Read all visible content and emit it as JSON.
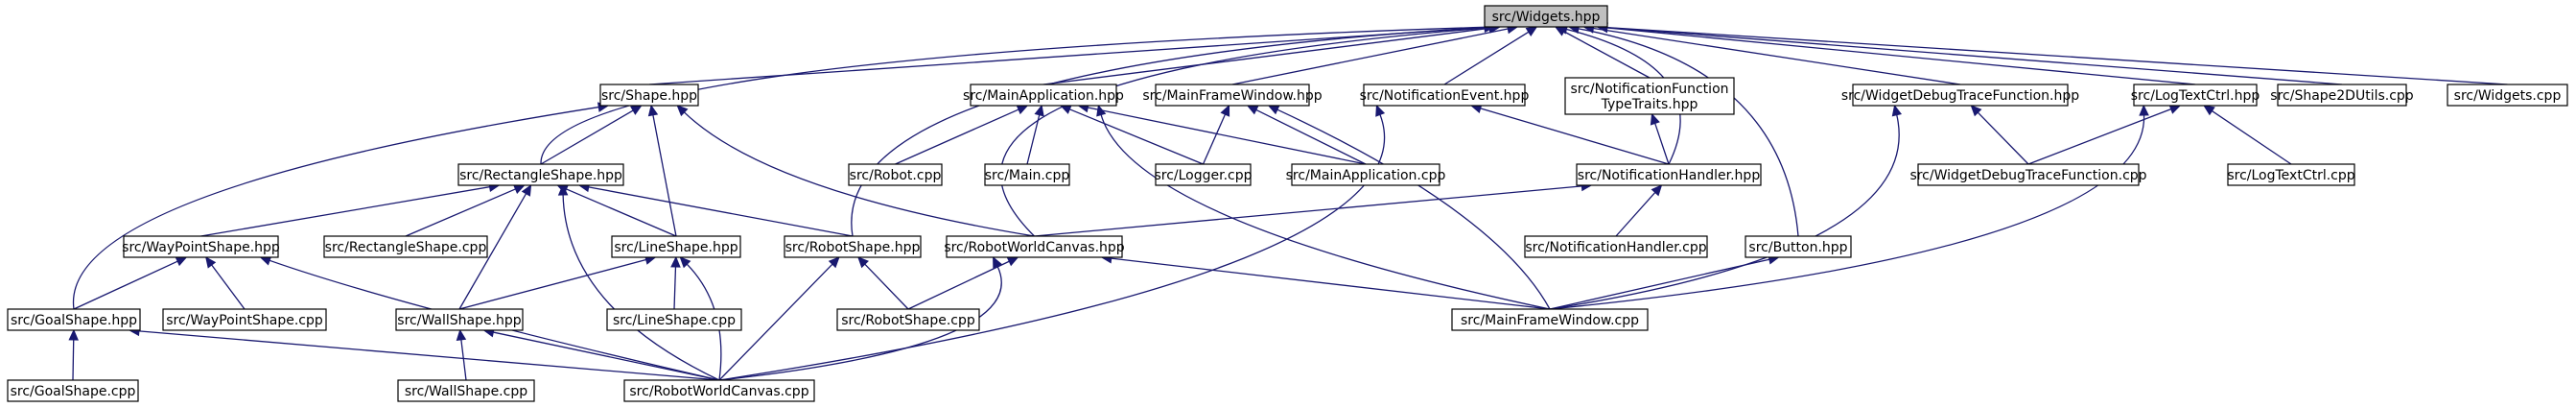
{
  "diagram": {
    "colors": {
      "edge": "#191970",
      "node_fill": "#ffffff",
      "root_fill": "#bfbfbf",
      "node_border": "#000000"
    },
    "nodes": [
      {
        "id": "widgets_hpp",
        "label": "src/Widgets.hpp",
        "root": true
      },
      {
        "id": "shape_hpp",
        "label": "src/Shape.hpp"
      },
      {
        "id": "mainapp_hpp",
        "label": "src/MainApplication.hpp"
      },
      {
        "id": "mainframe_hpp",
        "label": "src/MainFrameWindow.hpp"
      },
      {
        "id": "notifevent_hpp",
        "label": "src/NotificationEvent.hpp"
      },
      {
        "id": "notiffunc_hpp",
        "label": "src/NotificationFunction\nTypeTraits.hpp"
      },
      {
        "id": "widgetdebug_hpp",
        "label": "src/WidgetDebugTraceFunction.hpp"
      },
      {
        "id": "logtext_hpp",
        "label": "src/LogTextCtrl.hpp"
      },
      {
        "id": "shape2d_cpp",
        "label": "src/Shape2DUtils.cpp"
      },
      {
        "id": "widgets_cpp",
        "label": "src/Widgets.cpp"
      },
      {
        "id": "robot_cpp",
        "label": "src/Robot.cpp"
      },
      {
        "id": "main_cpp",
        "label": "src/Main.cpp"
      },
      {
        "id": "logger_cpp",
        "label": "src/Logger.cpp"
      },
      {
        "id": "mainapp_cpp",
        "label": "src/MainApplication.cpp"
      },
      {
        "id": "rectshape_hpp",
        "label": "src/RectangleShape.hpp"
      },
      {
        "id": "notifhandler_hpp",
        "label": "src/NotificationHandler.hpp"
      },
      {
        "id": "widgetdebug_cpp",
        "label": "src/WidgetDebugTraceFunction.cpp"
      },
      {
        "id": "logtext_cpp",
        "label": "src/LogTextCtrl.cpp"
      },
      {
        "id": "waypoint_hpp",
        "label": "src/WayPointShape.hpp"
      },
      {
        "id": "rectshape_cpp",
        "label": "src/RectangleShape.cpp"
      },
      {
        "id": "lineshape_hpp",
        "label": "src/LineShape.hpp"
      },
      {
        "id": "robotshape_hpp",
        "label": "src/RobotShape.hpp"
      },
      {
        "id": "robotworld_hpp",
        "label": "src/RobotWorldCanvas.hpp"
      },
      {
        "id": "notifhandler_cpp",
        "label": "src/NotificationHandler.cpp"
      },
      {
        "id": "button_hpp",
        "label": "src/Button.hpp"
      },
      {
        "id": "goalshape_hpp",
        "label": "src/GoalShape.hpp"
      },
      {
        "id": "waypoint_cpp",
        "label": "src/WayPointShape.cpp"
      },
      {
        "id": "wallshape_hpp",
        "label": "src/WallShape.hpp"
      },
      {
        "id": "lineshape_cpp",
        "label": "src/LineShape.cpp"
      },
      {
        "id": "robotshape_cpp",
        "label": "src/RobotShape.cpp"
      },
      {
        "id": "mainframe_cpp",
        "label": "src/MainFrameWindow.cpp"
      },
      {
        "id": "goalshape_cpp",
        "label": "src/GoalShape.cpp"
      },
      {
        "id": "wallshape_cpp",
        "label": "src/WallShape.cpp"
      },
      {
        "id": "robotworld_cpp",
        "label": "src/RobotWorldCanvas.cpp"
      }
    ],
    "edges": [
      [
        "shape_hpp",
        "widgets_hpp"
      ],
      [
        "mainapp_hpp",
        "widgets_hpp"
      ],
      [
        "mainframe_hpp",
        "widgets_hpp"
      ],
      [
        "notifevent_hpp",
        "widgets_hpp"
      ],
      [
        "notiffunc_hpp",
        "widgets_hpp"
      ],
      [
        "widgetdebug_hpp",
        "widgets_hpp"
      ],
      [
        "logtext_hpp",
        "widgets_hpp"
      ],
      [
        "shape2d_cpp",
        "widgets_hpp"
      ],
      [
        "widgets_cpp",
        "widgets_hpp"
      ],
      [
        "rectshape_hpp",
        "widgets_hpp"
      ],
      [
        "robotshape_hpp",
        "widgets_hpp"
      ],
      [
        "robotworld_hpp",
        "widgets_hpp"
      ],
      [
        "notifhandler_hpp",
        "widgets_hpp"
      ],
      [
        "button_hpp",
        "widgets_hpp"
      ],
      [
        "rectshape_hpp",
        "shape_hpp"
      ],
      [
        "lineshape_hpp",
        "shape_hpp"
      ],
      [
        "goalshape_hpp",
        "shape_hpp"
      ],
      [
        "robotworld_hpp",
        "shape_hpp"
      ],
      [
        "robot_cpp",
        "mainapp_hpp"
      ],
      [
        "main_cpp",
        "mainapp_hpp"
      ],
      [
        "logger_cpp",
        "mainapp_hpp"
      ],
      [
        "mainapp_cpp",
        "mainapp_hpp"
      ],
      [
        "mainframe_cpp",
        "mainapp_hpp"
      ],
      [
        "logger_cpp",
        "mainframe_hpp"
      ],
      [
        "mainapp_cpp",
        "mainframe_hpp"
      ],
      [
        "mainframe_cpp",
        "mainframe_hpp"
      ],
      [
        "notifhandler_hpp",
        "notifevent_hpp"
      ],
      [
        "robotworld_cpp",
        "notifevent_hpp"
      ],
      [
        "notifhandler_hpp",
        "notiffunc_hpp"
      ],
      [
        "widgetdebug_cpp",
        "widgetdebug_hpp"
      ],
      [
        "mainframe_cpp",
        "widgetdebug_hpp"
      ],
      [
        "widgetdebug_cpp",
        "logtext_hpp"
      ],
      [
        "logtext_cpp",
        "logtext_hpp"
      ],
      [
        "mainframe_cpp",
        "logtext_hpp"
      ],
      [
        "waypoint_hpp",
        "rectshape_hpp"
      ],
      [
        "rectshape_cpp",
        "rectshape_hpp"
      ],
      [
        "lineshape_hpp",
        "rectshape_hpp"
      ],
      [
        "robotshape_hpp",
        "rectshape_hpp"
      ],
      [
        "wallshape_hpp",
        "rectshape_hpp"
      ],
      [
        "robotworld_cpp",
        "rectshape_hpp"
      ],
      [
        "robotworld_hpp",
        "notifhandler_hpp"
      ],
      [
        "notifhandler_cpp",
        "notifhandler_hpp"
      ],
      [
        "goalshape_hpp",
        "waypoint_hpp"
      ],
      [
        "waypoint_cpp",
        "waypoint_hpp"
      ],
      [
        "robotworld_cpp",
        "waypoint_hpp"
      ],
      [
        "wallshape_hpp",
        "lineshape_hpp"
      ],
      [
        "lineshape_cpp",
        "lineshape_hpp"
      ],
      [
        "robotworld_cpp",
        "lineshape_hpp"
      ],
      [
        "robotshape_cpp",
        "robotshape_hpp"
      ],
      [
        "robotworld_cpp",
        "robotshape_hpp"
      ],
      [
        "robotshape_cpp",
        "robotworld_hpp"
      ],
      [
        "mainframe_cpp",
        "robotworld_hpp"
      ],
      [
        "robotworld_cpp",
        "robotworld_hpp"
      ],
      [
        "mainframe_cpp",
        "button_hpp"
      ],
      [
        "goalshape_cpp",
        "goalshape_hpp"
      ],
      [
        "robotworld_cpp",
        "goalshape_hpp"
      ],
      [
        "wallshape_cpp",
        "wallshape_hpp"
      ],
      [
        "robotworld_cpp",
        "wallshape_hpp"
      ]
    ]
  }
}
